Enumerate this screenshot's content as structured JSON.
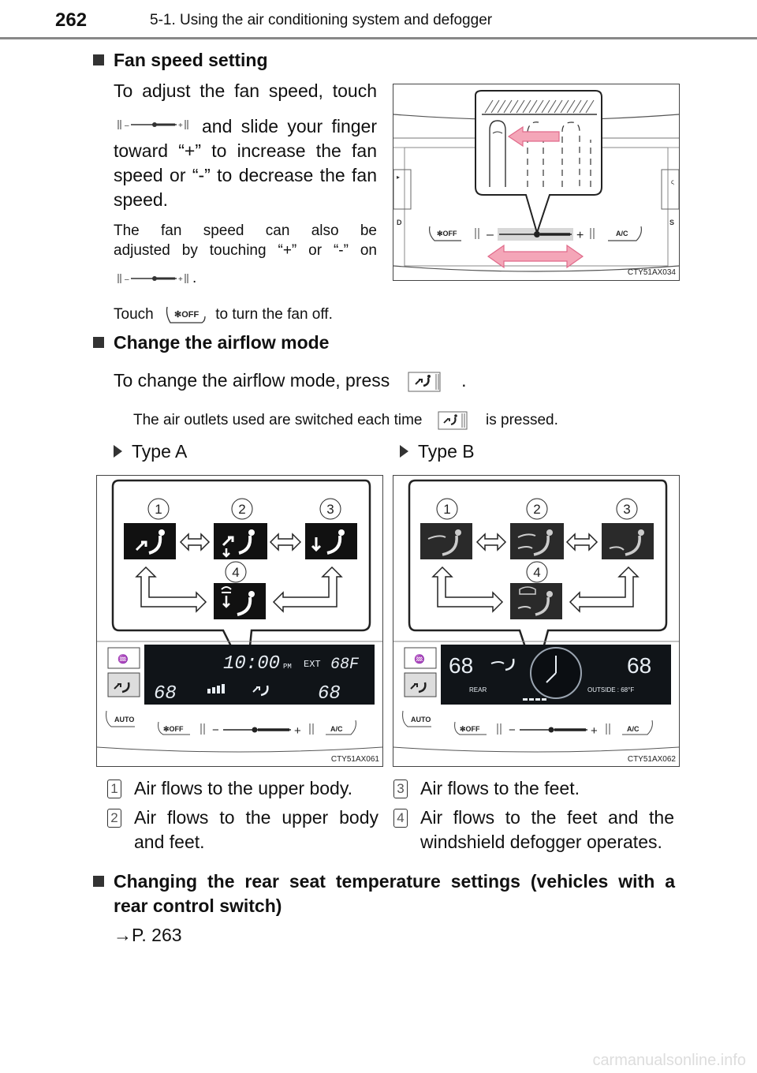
{
  "header": {
    "page_number": "262",
    "section_title": "5-1. Using the air conditioning system and defogger"
  },
  "fan_speed": {
    "heading": "Fan speed setting",
    "p1_line1": "To adjust the fan speed, touch",
    "p1_line2": "and slide your finger",
    "p1_line3": "toward “+” to increase the fan",
    "p1_line4": "speed or “-” to decrease the fan",
    "p1_line5": "speed.",
    "note_line1": "The fan speed can also be",
    "note_line2": "adjusted by touching “+” or “-” on",
    "note_end": ".",
    "touch_pre": "Touch",
    "touch_post": "to turn the fan off.",
    "figure_code": "CTY51AX034"
  },
  "airflow": {
    "heading": "Change the airflow mode",
    "instruction_pre": "To change the airflow mode, press",
    "instruction_post": ".",
    "note_pre": "The air outlets used are switched each time",
    "note_post": "is pressed.",
    "type_a_label": "Type A",
    "type_b_label": "Type B",
    "figure_a_code": "CTY51AX061",
    "figure_b_code": "CTY51AX062",
    "callout_numbers": [
      "1",
      "2",
      "3",
      "4"
    ],
    "display_a": {
      "clock": "10:00",
      "pm": "PM",
      "ext": "EXT",
      "ext_temp": "68F",
      "left_temp": "68",
      "right_temp": "68"
    },
    "display_b": {
      "left_temp": "68",
      "right_temp": "68",
      "rear": "REAR",
      "outside": "OUTSIDE : 68°F"
    },
    "switch_labels": {
      "auto": "AUTO",
      "off": "OFF",
      "ac": "A/C",
      "minus": "−",
      "plus": "+"
    },
    "modes": [
      {
        "num": "1",
        "text": "Air flows to the upper body."
      },
      {
        "num": "2",
        "text_line1": "Air flows to the upper body",
        "text_line2": "and feet."
      },
      {
        "num": "3",
        "text": "Air flows to the feet."
      },
      {
        "num": "4",
        "text_line1": "Air flows to the feet and the",
        "text_line2": "windshield defogger operates."
      }
    ]
  },
  "rear_seat": {
    "heading_line1": "Changing the rear seat temperature settings (vehicles with a",
    "heading_line2": "rear control switch)",
    "reference": "→P. 263"
  },
  "watermark": "carmanualsonline.info",
  "colors": {
    "pink_arrow": "#f4a6b8",
    "pink_stroke": "#e06a8a",
    "display_dark": "#101418",
    "display_text": "#e8eef4"
  }
}
